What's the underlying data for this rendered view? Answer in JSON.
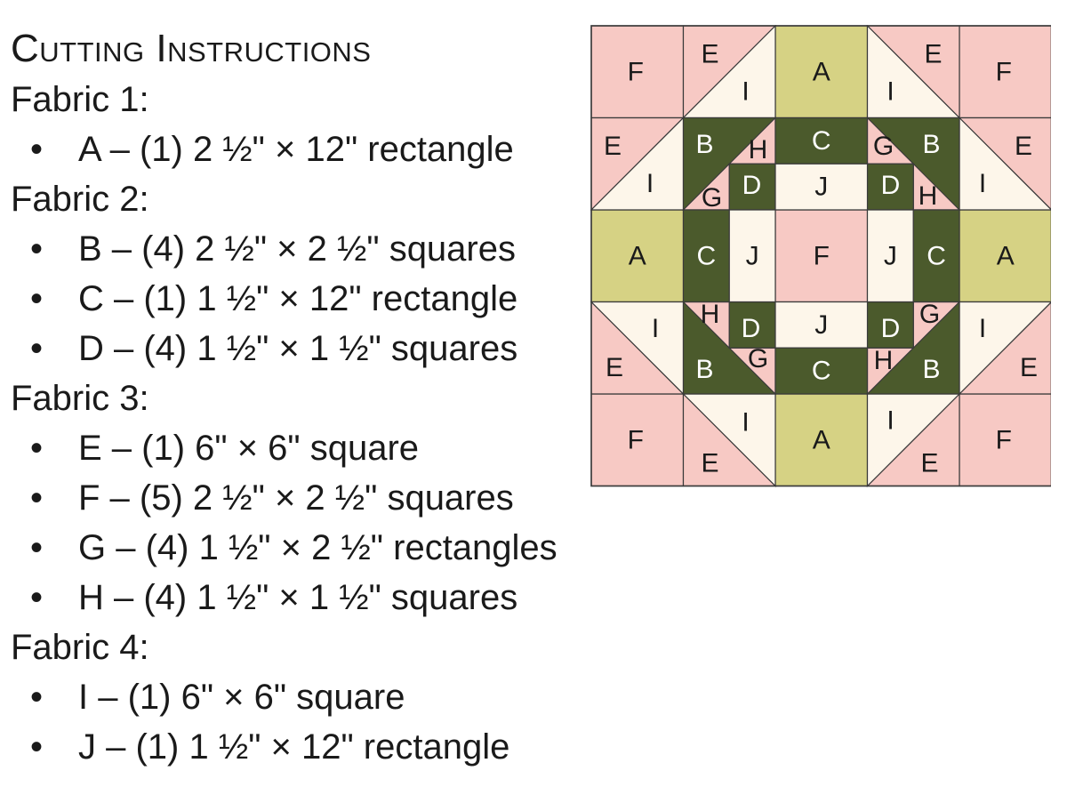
{
  "title": "Cutting Instructions",
  "fabrics": [
    {
      "heading": "Fabric 1:",
      "items": [
        "A – (1) 2 ½\" × 12\" rectangle"
      ]
    },
    {
      "heading": "Fabric 2:",
      "items": [
        "B – (4) 2 ½\" × 2 ½\" squares",
        "C – (1) 1 ½\" × 12\" rectangle",
        "D – (4) 1 ½\" × 1 ½\" squares"
      ]
    },
    {
      "heading": "Fabric 3:",
      "items": [
        "E – (1) 6\" × 6\" square",
        "F – (5) 2 ½\" × 2 ½\" squares",
        "G – (4) 1 ½\" × 2 ½\" rectangles",
        "H – (4) 1 ½\" × 1 ½\" squares"
      ]
    },
    {
      "heading": "Fabric 4:",
      "items": [
        "I – (1) 6\" × 6\" square",
        "J – (1) 1 ½\" × 12\" rectangle"
      ]
    }
  ],
  "colors": {
    "fabric1": "#d6d284",
    "fabric2": "#4b5a2c",
    "fabric3": "#f7c9c4",
    "fabric4": "#fdf6ea",
    "outline": "#3a3a3a",
    "text": "#1a1a1a"
  },
  "block_labels": [
    "A",
    "B",
    "C",
    "D",
    "E",
    "F",
    "G",
    "H",
    "I",
    "J"
  ]
}
